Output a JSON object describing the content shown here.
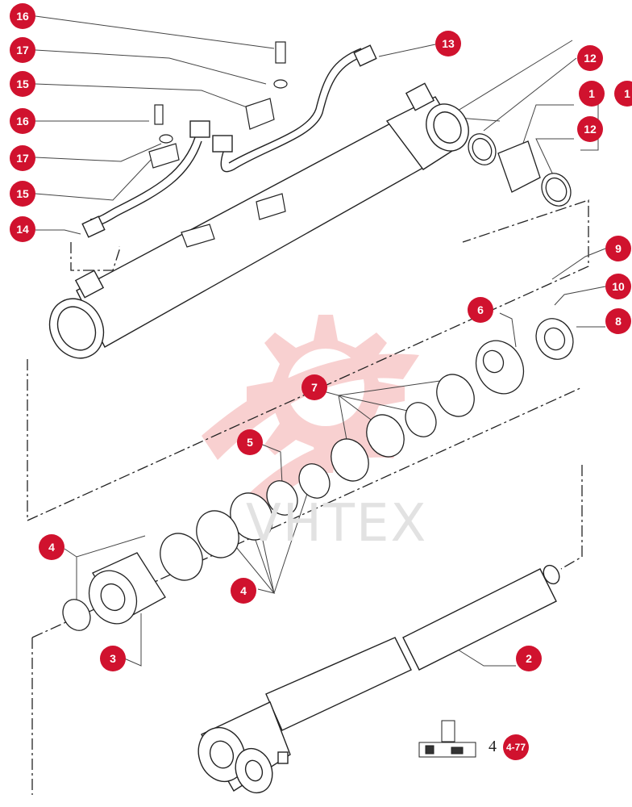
{
  "watermark_text": "VHTEX",
  "colors": {
    "callout": "#d0122e",
    "watermark_gear": "#f7c8c8",
    "line": "#222222"
  },
  "callouts": [
    {
      "id": "c16a",
      "label": "16"
    },
    {
      "id": "c17a",
      "label": "17"
    },
    {
      "id": "c15a",
      "label": "15"
    },
    {
      "id": "c16b",
      "label": "16"
    },
    {
      "id": "c17b",
      "label": "17"
    },
    {
      "id": "c15b",
      "label": "15"
    },
    {
      "id": "c14",
      "label": "14"
    },
    {
      "id": "c13",
      "label": "13"
    },
    {
      "id": "c12a",
      "label": "12"
    },
    {
      "id": "c1a",
      "label": "1"
    },
    {
      "id": "c1b",
      "label": "1"
    },
    {
      "id": "c12b",
      "label": "12"
    },
    {
      "id": "c9",
      "label": "9"
    },
    {
      "id": "c10",
      "label": "10"
    },
    {
      "id": "c8",
      "label": "8"
    },
    {
      "id": "c6",
      "label": "6"
    },
    {
      "id": "c7",
      "label": "7"
    },
    {
      "id": "c5",
      "label": "5"
    },
    {
      "id": "c4a",
      "label": "4"
    },
    {
      "id": "c4b",
      "label": "4"
    },
    {
      "id": "c3",
      "label": "3"
    },
    {
      "id": "c2",
      "label": "2"
    },
    {
      "id": "c477",
      "label": "4-77"
    }
  ],
  "reference": {
    "prefix": "4"
  }
}
